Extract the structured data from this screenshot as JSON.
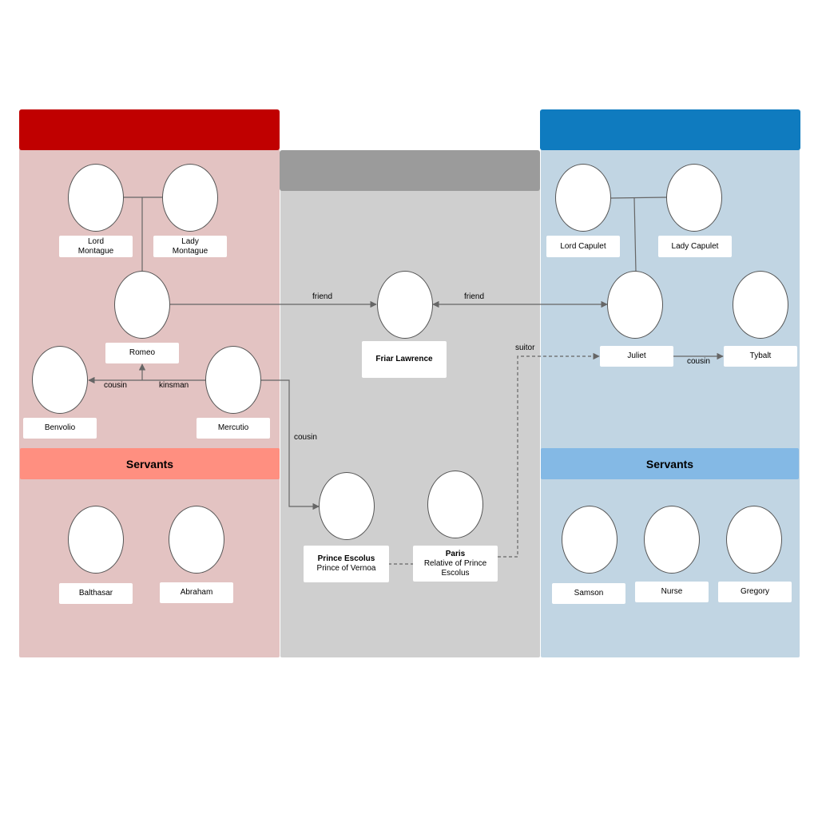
{
  "colors": {
    "montague_header": "#c00000",
    "montague_panel": "#e3c3c2",
    "montague_servants": "#ff8f80",
    "neutral_header": "#9b9b9b",
    "neutral_panel": "#cfcfcf",
    "capulet_header": "#0f7bbf",
    "capulet_panel": "#c1d5e3",
    "capulet_servants": "#84b9e5",
    "connector": "#666666"
  },
  "montague": {
    "servants_title": "Servants",
    "lord": "Lord\nMontague",
    "lady": "Lady\nMontague",
    "romeo": "Romeo",
    "benvolio": "Benvolio",
    "mercutio": "Mercutio",
    "balthasar": "Balthasar",
    "abraham": "Abraham"
  },
  "neutral": {
    "friar": "Friar Lawrence",
    "prince_name": "Prince Escolus",
    "prince_title": "Prince of Vernoa",
    "paris_name": "Paris",
    "paris_title": "Relative of Prince\nEscolus"
  },
  "capulet": {
    "servants_title": "Servants",
    "lord": "Lord Capulet",
    "lady": "Lady Capulet",
    "juliet": "Juliet",
    "tybalt": "Tybalt",
    "samson": "Samson",
    "nurse": "Nurse",
    "gregory": "Gregory"
  },
  "relations": {
    "romeo_friar": "friend",
    "friar_juliet": "friend",
    "romeo_benvolio": "cousin",
    "mercutio_romeo": "kinsman",
    "mercutio_prince": "cousin",
    "paris_juliet": "suitor",
    "juliet_tybalt": "cousin"
  }
}
